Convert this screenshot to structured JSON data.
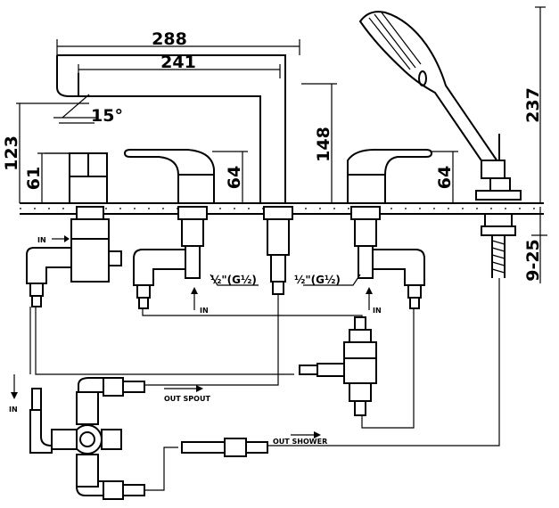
{
  "dimensions": {
    "d288": "288",
    "d241": "241",
    "d237": "237",
    "d148": "148",
    "d123": "123",
    "d61": "61",
    "d64a": "64",
    "d64b": "64",
    "d925": "9-25",
    "angle": "15°"
  },
  "labels": {
    "in_top": "IN",
    "in_left": "IN",
    "in_mid1": "IN",
    "in_mid2": "IN",
    "thread1": "½\"(G½)",
    "thread2": "½\"(G½)",
    "out_spout": "OUT SPOUT",
    "out_shower": "OUT SHOWER"
  }
}
